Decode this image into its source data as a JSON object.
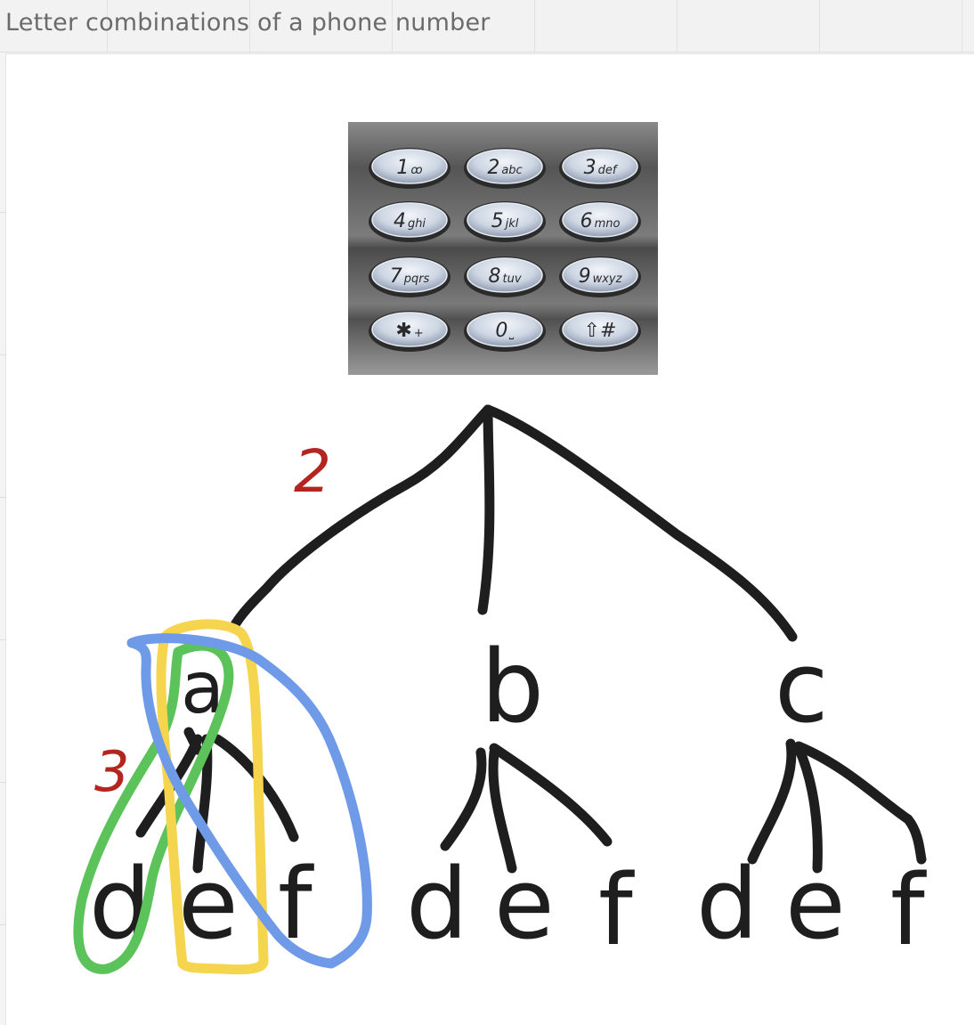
{
  "title": "Letter combinations of a phone number",
  "keypad": {
    "keys": [
      {
        "digit": "1",
        "letters": "ꝏ"
      },
      {
        "digit": "2",
        "letters": "abc"
      },
      {
        "digit": "3",
        "letters": "def"
      },
      {
        "digit": "4",
        "letters": "ghi"
      },
      {
        "digit": "5",
        "letters": "jkl"
      },
      {
        "digit": "6",
        "letters": "mno"
      },
      {
        "digit": "7",
        "letters": "pqrs"
      },
      {
        "digit": "8",
        "letters": "tuv"
      },
      {
        "digit": "9",
        "letters": "wxyz"
      },
      {
        "digit": "✱",
        "letters": "+"
      },
      {
        "digit": "0",
        "letters": "⎵"
      },
      {
        "digit": "⇧#",
        "letters": ""
      }
    ]
  },
  "annotations": {
    "level_1_digit": "2",
    "level_2_digit": "3"
  },
  "tree": {
    "first_letters": [
      "a",
      "b",
      "c"
    ],
    "second_letters": [
      "d",
      "e",
      "f",
      "d",
      "e",
      "f",
      "d",
      "e",
      "f"
    ]
  },
  "colors": {
    "ink": "#1e1e1e",
    "red_annotation": "#b3251f",
    "highlight_green": "#5cc25a",
    "highlight_yellow": "#f5d44e",
    "highlight_blue": "#6f9ae8",
    "keypad_dark": "#4a4a4a",
    "key_face": "#c9d3e2"
  }
}
